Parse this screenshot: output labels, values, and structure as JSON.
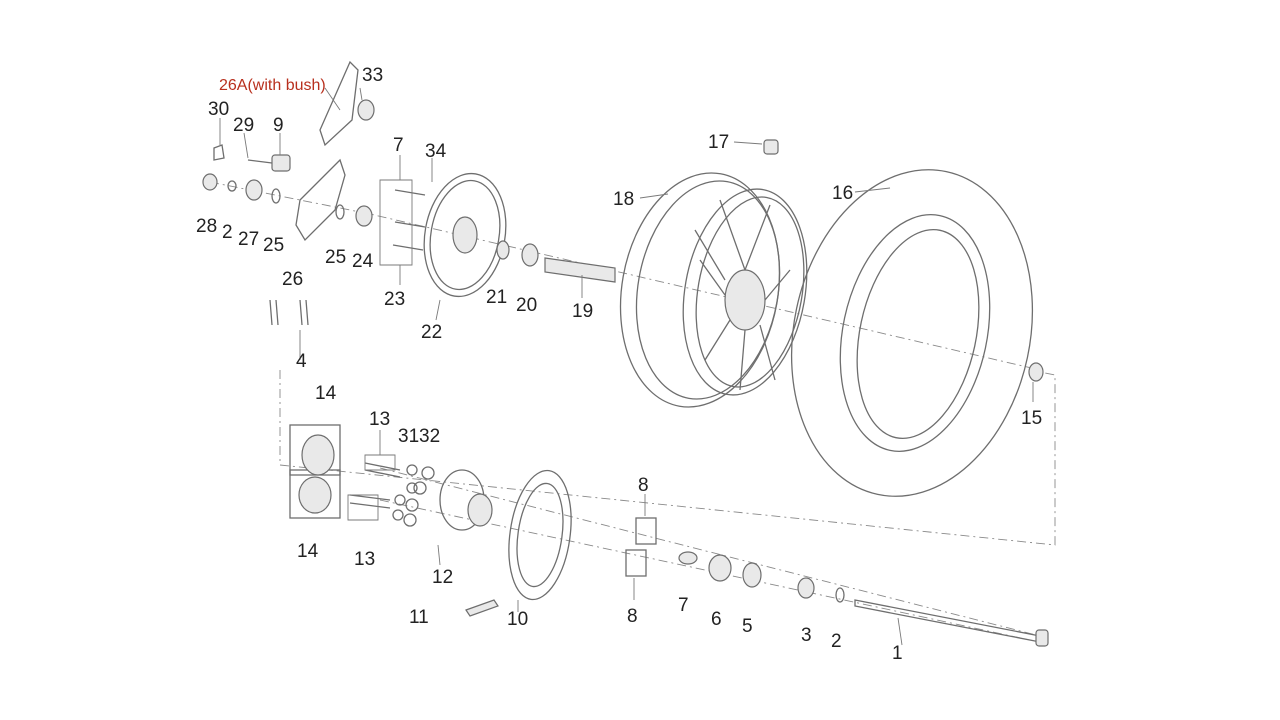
{
  "diagram": {
    "labels": [
      {
        "id": "26a",
        "text": "26A(with bush)",
        "accent": true
      },
      {
        "id": "33",
        "text": "33"
      },
      {
        "id": "30",
        "text": "30"
      },
      {
        "id": "29",
        "text": "29"
      },
      {
        "id": "9",
        "text": "9"
      },
      {
        "id": "7a",
        "text": "7"
      },
      {
        "id": "34",
        "text": "34"
      },
      {
        "id": "17",
        "text": "17"
      },
      {
        "id": "18",
        "text": "18"
      },
      {
        "id": "16",
        "text": "16"
      },
      {
        "id": "28",
        "text": "28"
      },
      {
        "id": "2a",
        "text": "2"
      },
      {
        "id": "27",
        "text": "27"
      },
      {
        "id": "25a",
        "text": "25"
      },
      {
        "id": "26",
        "text": "26"
      },
      {
        "id": "25b",
        "text": "25"
      },
      {
        "id": "24",
        "text": "24"
      },
      {
        "id": "23",
        "text": "23"
      },
      {
        "id": "22",
        "text": "22"
      },
      {
        "id": "21",
        "text": "21"
      },
      {
        "id": "20",
        "text": "20"
      },
      {
        "id": "19",
        "text": "19"
      },
      {
        "id": "4",
        "text": "4"
      },
      {
        "id": "15",
        "text": "15"
      },
      {
        "id": "14a",
        "text": "14"
      },
      {
        "id": "13a",
        "text": "13"
      },
      {
        "id": "31",
        "text": "31"
      },
      {
        "id": "32",
        "text": "32"
      },
      {
        "id": "8a",
        "text": "8"
      },
      {
        "id": "14b",
        "text": "14"
      },
      {
        "id": "13b",
        "text": "13"
      },
      {
        "id": "12",
        "text": "12"
      },
      {
        "id": "11",
        "text": "11"
      },
      {
        "id": "10",
        "text": "10"
      },
      {
        "id": "8b",
        "text": "8"
      },
      {
        "id": "7b",
        "text": "7"
      },
      {
        "id": "6",
        "text": "6"
      },
      {
        "id": "5",
        "text": "5"
      },
      {
        "id": "3",
        "text": "3"
      },
      {
        "id": "2b",
        "text": "2"
      },
      {
        "id": "1",
        "text": "1"
      }
    ],
    "colors": {
      "line": "#6e6e6e",
      "label": "#222222",
      "accent_label": "#b8301e",
      "background": "#ffffff"
    }
  }
}
